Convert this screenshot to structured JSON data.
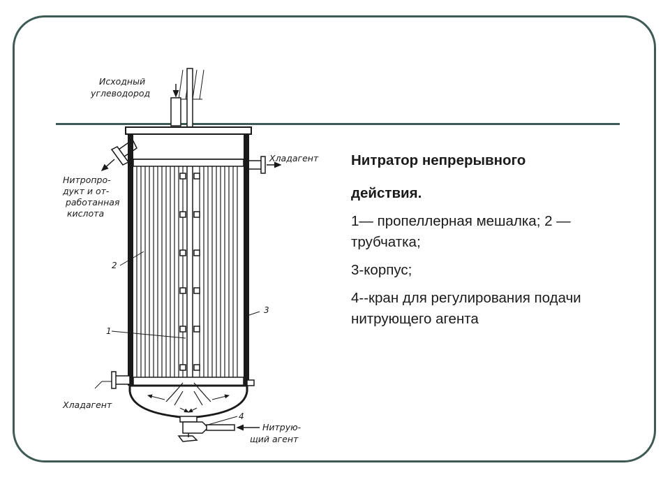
{
  "diagram": {
    "labels": {
      "feed_line1": "Исходный",
      "feed_line2": "углеводород",
      "coolant_out": "Хладагент",
      "product_line1": "Нитропро-",
      "product_line2": "дукт и от-",
      "product_line3": "работанная",
      "product_line4": "кислота",
      "coolant_in": "Хладагент",
      "nitrating_line1": "Нитрую-",
      "nitrating_line2": "щий агент"
    },
    "numbers": {
      "n1": "1",
      "n2": "2",
      "n3": "3",
      "n4": "4"
    }
  },
  "caption": {
    "title_line1": "Нитратор непрерывного",
    "title_line2": "действия.",
    "item1": "1— пропеллерная мешалка; 2 — трубчатка;",
    "item2": "3-корпус;",
    "item3": "4--кран для регулирования подачи нитрующего агента"
  },
  "colors": {
    "frame": "#3e5a55",
    "text": "#1a1a1a"
  }
}
